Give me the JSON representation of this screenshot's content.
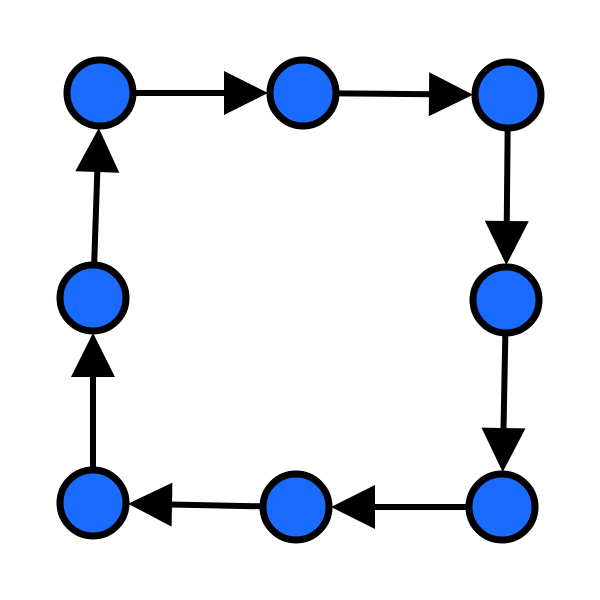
{
  "diagram": {
    "type": "directed-cycle",
    "colors": {
      "background": "#ffffff",
      "node_fill": "#1a6bff",
      "node_stroke": "#000000",
      "edge": "#000000"
    },
    "nodes": [
      {
        "id": "top-left"
      },
      {
        "id": "top-middle"
      },
      {
        "id": "top-right"
      },
      {
        "id": "middle-right"
      },
      {
        "id": "bottom-right"
      },
      {
        "id": "bottom-middle"
      },
      {
        "id": "bottom-left"
      },
      {
        "id": "middle-left"
      }
    ],
    "edges": [
      {
        "from": "top-left",
        "to": "top-middle"
      },
      {
        "from": "top-middle",
        "to": "top-right"
      },
      {
        "from": "top-right",
        "to": "middle-right"
      },
      {
        "from": "middle-right",
        "to": "bottom-right"
      },
      {
        "from": "bottom-right",
        "to": "bottom-middle"
      },
      {
        "from": "bottom-middle",
        "to": "bottom-left"
      },
      {
        "from": "bottom-left",
        "to": "middle-left"
      },
      {
        "from": "middle-left",
        "to": "top-left"
      }
    ]
  }
}
